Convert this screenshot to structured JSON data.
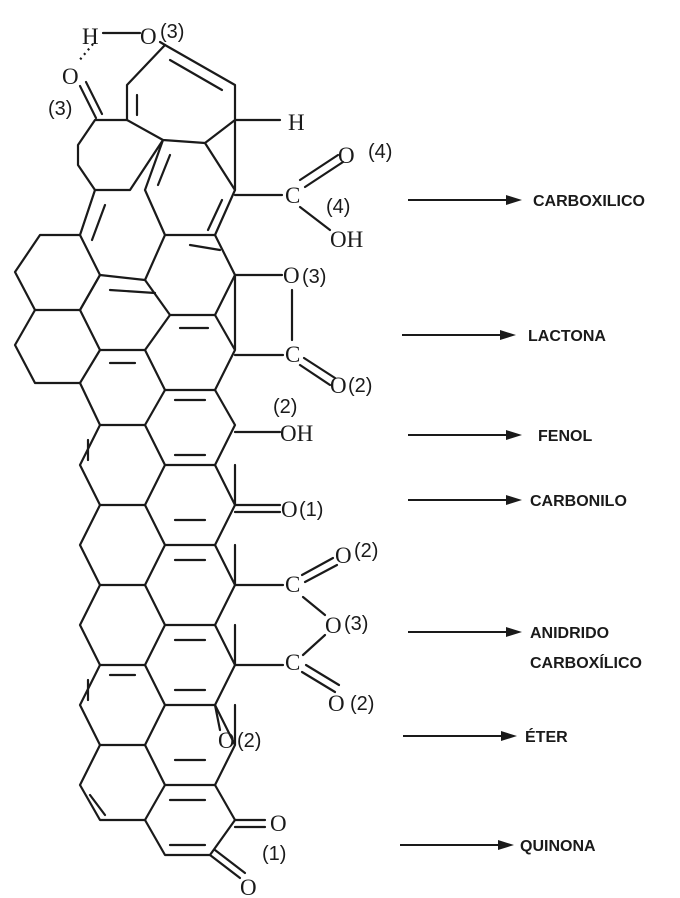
{
  "atoms": {
    "top_h": "H",
    "top_o": "O",
    "top_o_label": "(3)",
    "keto_o": "O",
    "keto_label": "(3)",
    "ring_h": "H",
    "carboxyl_o": "O",
    "carboxyl_o_label": "(4)",
    "carboxyl_c": "C",
    "carboxyl_label": "(4)",
    "carboxyl_oh": "OH",
    "lactone_o": "O",
    "lactone_o_label": "(3)",
    "lactone_c": "C",
    "lactone_o2": "O",
    "lactone_o2_label": "(2)",
    "phenol_label": "(2)",
    "phenol_oh": "OH",
    "carbonyl_o": "O",
    "carbonyl_label": "(1)",
    "anhydride_o_top": "O",
    "anhydride_o_top_label": "(2)",
    "anhydride_c1": "C",
    "anhydride_o_mid": "O",
    "anhydride_o_mid_label": "(3)",
    "anhydride_c2": "C",
    "anhydride_o_bot": "O",
    "anhydride_o_bot_label": "(2)",
    "ether_o": "O",
    "ether_label": "(2)",
    "quinone_o1": "O",
    "quinone_label": "(1)",
    "quinone_o2": "O"
  },
  "groups": [
    {
      "id": "carboxilico",
      "lines": [
        "CARBOXILICO"
      ]
    },
    {
      "id": "lactona",
      "lines": [
        "LACTONA"
      ]
    },
    {
      "id": "fenol",
      "lines": [
        "FENOL"
      ]
    },
    {
      "id": "carbonilo",
      "lines": [
        "CARBONILO"
      ]
    },
    {
      "id": "anidrido",
      "lines": [
        "ANIDRIDO",
        "CARBOXÍLICO"
      ]
    },
    {
      "id": "eter",
      "lines": [
        "ÉTER"
      ]
    },
    {
      "id": "quinona",
      "lines": [
        "QUINONA"
      ]
    }
  ]
}
